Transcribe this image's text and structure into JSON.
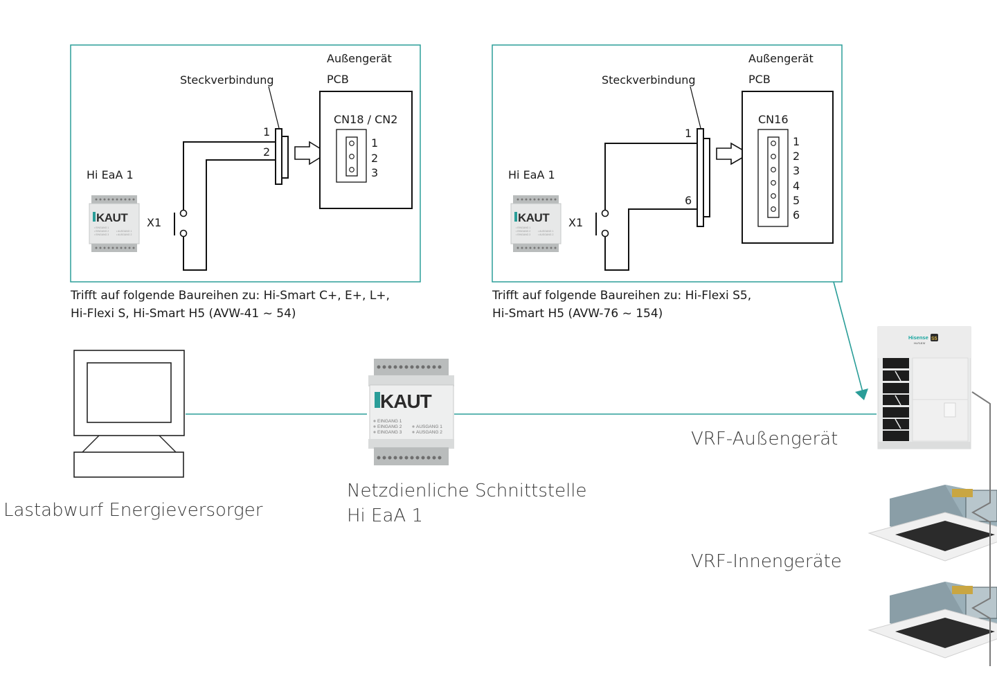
{
  "colors": {
    "accent": "#2a9d98",
    "line": "#111111",
    "connector_gray": "#7a7a7a",
    "kaut_teal": "#2a9d98"
  },
  "panels": [
    {
      "outdoor_label": "Außengerät",
      "pcb_label": "PCB",
      "connector_label": "Steckverbindung",
      "device_label": "Hi EaA 1",
      "contact_label": "X1",
      "pcb_connector": "CN18 / CN2",
      "plug_pins": [
        "1",
        "2"
      ],
      "pcb_pins": [
        "1",
        "2",
        "3"
      ],
      "caption_line1": "Trifft auf folgende Baureihen zu: Hi-Smart C+, E+, L+,",
      "caption_line2": "Hi-Flexi S, Hi-Smart H5 (AVW-41 ~ 54)"
    },
    {
      "outdoor_label": "Außengerät",
      "pcb_label": "PCB",
      "connector_label": "Steckverbindung",
      "device_label": "Hi EaA 1",
      "contact_label": "X1",
      "pcb_connector": "CN16",
      "plug_pins": [
        "1",
        "6"
      ],
      "pcb_pins": [
        "1",
        "2",
        "3",
        "4",
        "5",
        "6"
      ],
      "caption_line1": "Trifft auf folgende Baureihen zu: Hi-Flexi S5,",
      "caption_line2": "Hi-Smart H5 (AVW-76 ~ 154)"
    }
  ],
  "kaut_module": {
    "brand": "KAUT",
    "inputs": [
      "EINGANG 1",
      "EINGANG 2",
      "EINGANG 3"
    ],
    "outputs": [
      "AUSGANG 1",
      "AUSGANG 2"
    ]
  },
  "bottom": {
    "computer_label": "Lastabwurf Energieversorger",
    "interface_label_line1": "Netzdienliche Schnittstelle",
    "interface_label_line2": "Hi EaA 1",
    "outdoor_unit_label": "VRF-Außengerät",
    "indoor_units_label": "VRF-Innengeräte",
    "outdoor_brand": "Hisense",
    "outdoor_series": "Hi-FLEXI",
    "outdoor_badge": "S5"
  }
}
